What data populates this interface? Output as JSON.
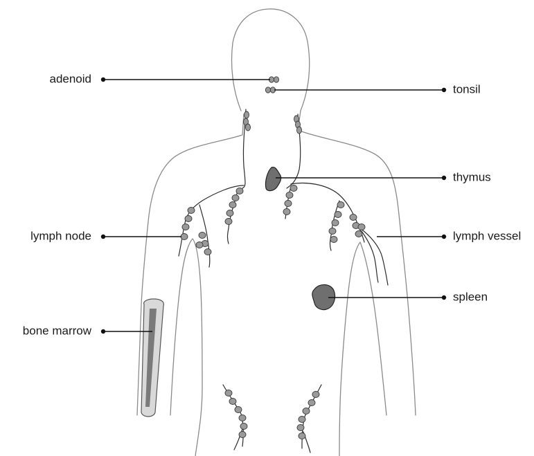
{
  "labels": {
    "adenoid": "adenoid",
    "tonsil": "tonsil",
    "thymus": "thymus",
    "lymph_node": "lymph node",
    "lymph_vessel": "lymph vessel",
    "spleen": "spleen",
    "bone_marrow": "bone marrow"
  },
  "colors": {
    "outline": "#8a8a8a",
    "node_fill": "#9a9a9a",
    "organ_fill": "#6f6f6f",
    "marrow_fill": "#d9d9d9",
    "leader": "#111111"
  }
}
